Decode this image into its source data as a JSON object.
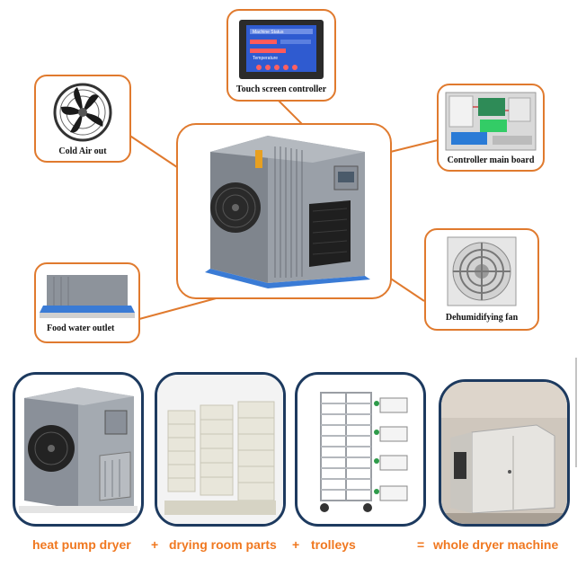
{
  "callouts": {
    "touch_screen": "Touch screen controller",
    "cold_air": "Cold Air out",
    "controller_board": "Controller main board",
    "food_water": "Food water outlet",
    "dehumidifying_fan": "Dehumidifying fan"
  },
  "screen_text": {
    "row1": "Machine Status",
    "row2": "Temperature"
  },
  "equation": {
    "item1": "heat pump dryer",
    "op1": "+",
    "item2": "drying room parts",
    "op2": "+",
    "item3": "trolleys",
    "op3": "=",
    "result": "whole dryer machine"
  },
  "colors": {
    "accent_orange": "#e07a2e",
    "equation_text": "#f07820",
    "panel_border": "#1d3a5f",
    "machine_grey": "#8a9099"
  }
}
